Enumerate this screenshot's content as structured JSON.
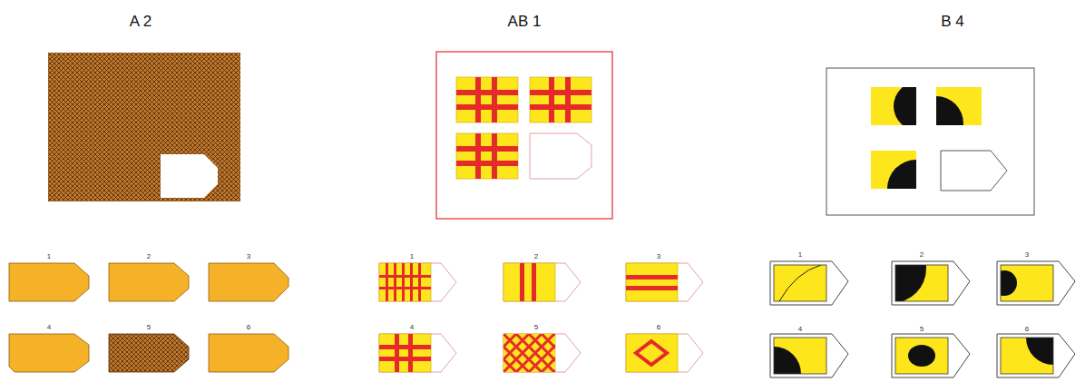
{
  "diagram": {
    "labels": [
      "A 2",
      "AB 1",
      "B 4",
      "1",
      "2",
      "3",
      "4",
      "5",
      "6",
      "1",
      "2",
      "3",
      "4",
      "5",
      "6",
      "1",
      "2",
      "3",
      "4",
      "5",
      "6"
    ]
  }
}
